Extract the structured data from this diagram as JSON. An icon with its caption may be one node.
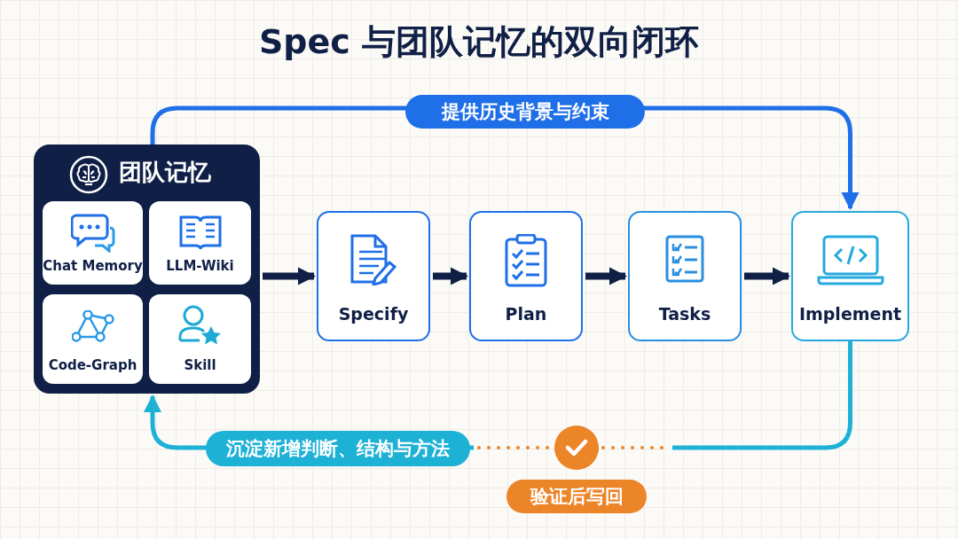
{
  "diagram": {
    "title": "Spec 与团队记忆的双向闭环",
    "nodes": [
      {
        "text": [
          "团队记忆"
        ]
      },
      {
        "text": [
          "Chat Memory"
        ],
        "in": 0
      },
      {
        "text": [
          "LLM-Wiki"
        ],
        "in": 0
      },
      {
        "text": [
          "Code-Graph"
        ],
        "in": 0
      },
      {
        "text": [
          "Skill"
        ],
        "in": 0
      },
      {
        "text": [
          "Specify"
        ]
      },
      {
        "text": [
          "Plan"
        ]
      },
      {
        "text": [
          "Tasks"
        ]
      },
      {
        "text": [
          "Implement"
        ]
      },
      {
        "text": [],
        "shape": "circle",
        "beside": [
          "验证后写回"
        ]
      }
    ],
    "edges": [
      {
        "from": 0,
        "to": 5,
        "arrow": "to"
      },
      {
        "from": 5,
        "to": 6,
        "arrow": "to"
      },
      {
        "from": 6,
        "to": 7,
        "arrow": "to"
      },
      {
        "from": 7,
        "to": 8,
        "arrow": "to"
      },
      {
        "from": 0,
        "to": 8,
        "arrow": "to",
        "label": "提供历史背景与约束",
        "color": "#1f6fe8"
      },
      {
        "from": 8,
        "to": 9,
        "arrow": "none",
        "color": "#1eb1d6"
      },
      {
        "from": 9,
        "to": 0,
        "arrow": "to",
        "label": "沉淀新增判断、结构与方法",
        "color": "#1eb1d6"
      }
    ]
  }
}
